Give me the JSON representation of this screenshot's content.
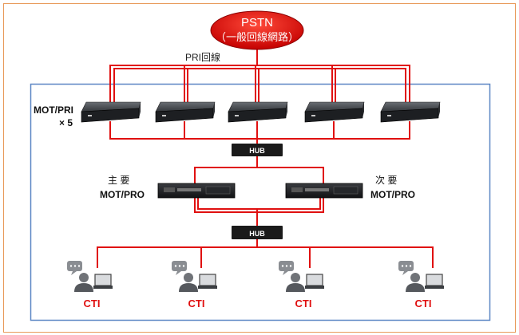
{
  "pstn": {
    "line1": "PSTN",
    "line2": "（一般回線網路）"
  },
  "pri_line_label": "PRI回線",
  "mot_pri": {
    "label_line1": "MOT/PRI",
    "label_line2": "× 5",
    "count": 5
  },
  "hubs": [
    "HUB",
    "HUB"
  ],
  "primary": {
    "label_line1": "主 要",
    "label_line2": "MOT/PRO"
  },
  "secondary": {
    "label_line1": "次 要",
    "label_line2": "MOT/PRO"
  },
  "cti_clients": [
    "CTI",
    "CTI",
    "CTI",
    "CTI"
  ],
  "colors": {
    "outer_border": "#e89a5a",
    "inner_border": "#5b86c4",
    "cable": "#e01010",
    "pstn_fill": "#e01010",
    "cti_text": "#e01010",
    "hub_fill": "#1a1a1a"
  }
}
